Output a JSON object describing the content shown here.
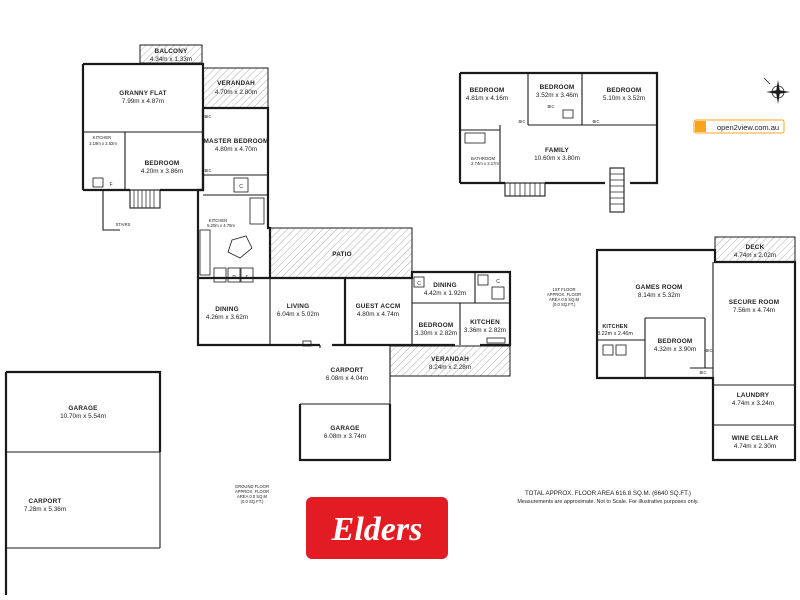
{
  "ground_floor": {
    "balcony": {
      "name": "BALCONY",
      "dims": "4.34m x 1.33m"
    },
    "granny_flat": {
      "name": "GRANNY FLAT",
      "dims": "7.99m x 4.87m"
    },
    "verandah_top": {
      "name": "VERANDAH",
      "dims": "4.70m x 2.80m"
    },
    "kitchen_gf": {
      "name": "KITCHEN",
      "dims": "3.19m x 2.52m"
    },
    "bedroom_gf": {
      "name": "BEDROOM",
      "dims": "4.20m x 3.86m"
    },
    "master_bedroom": {
      "name": "MASTER BEDROOM",
      "dims": "4.80m x 4.70m"
    },
    "kitchen_main": {
      "name": "KITCHEN",
      "dims": "5.20m x 4.70m"
    },
    "patio": {
      "name": "PATIO"
    },
    "dining_main": {
      "name": "DINING",
      "dims": "4.26m x 3.62m"
    },
    "living": {
      "name": "LIVING",
      "dims": "6.04m x 5.02m"
    },
    "guest_accm": {
      "name": "GUEST ACCM",
      "dims": "4.80m x 4.74m"
    },
    "dining_guest": {
      "name": "DINING",
      "dims": "4.42m x 1.92m"
    },
    "bedroom_guest": {
      "name": "BEDROOM",
      "dims": "3.30m x 2.82m"
    },
    "kitchen_guest": {
      "name": "KITCHEN",
      "dims": "3.36m x 2.82m"
    },
    "verandah_bottom": {
      "name": "VERANDAH",
      "dims": "8.24m x 2.28m"
    },
    "carport_small": {
      "name": "CARPORT",
      "dims": "6.08m x 4.04m"
    },
    "garage_small": {
      "name": "GARAGE",
      "dims": "6.08m x 3.74m"
    },
    "garage_large": {
      "name": "GARAGE",
      "dims": "10.70m x 5.54m"
    },
    "carport_large": {
      "name": "CARPORT",
      "dims": "7.28m x 5.36m"
    },
    "labels": {
      "bic": "BIC",
      "c": "C",
      "p": "P",
      "f": "F",
      "stairs": "STAIRS"
    }
  },
  "first_floor": {
    "bedroom1": {
      "name": "BEDROOM",
      "dims": "4.81m x 4.16m"
    },
    "bedroom2": {
      "name": "BEDROOM",
      "dims": "3.52m x 3.46m"
    },
    "bedroom3": {
      "name": "BEDROOM",
      "dims": "5.10m x 3.52m"
    },
    "family": {
      "name": "FAMILY",
      "dims": "10.60m x 3.80m"
    },
    "bathroom": {
      "name": "BATHROOM",
      "dims": "2.74m x 2.17m"
    },
    "bic": "BIC"
  },
  "lower_floor": {
    "deck": {
      "name": "DECK",
      "dims": "4.74m x 2.02m"
    },
    "games_room": {
      "name": "GAMES ROOM",
      "dims": "8.14m x 5.32m"
    },
    "secure_room": {
      "name": "SECURE ROOM",
      "dims": "7.56m x 4.74m"
    },
    "kitchen": {
      "name": "KITCHEN",
      "dims": "3.22m x 2.46m"
    },
    "bedroom": {
      "name": "BEDROOM",
      "dims": "4.32m x 3.90m"
    },
    "laundry": {
      "name": "LAUNDRY",
      "dims": "4.74m x 3.24m"
    },
    "wine_cellar": {
      "name": "WINE CELLAR",
      "dims": "4.74m x 2.30m"
    },
    "bic": "BIC"
  },
  "area_notes": {
    "ground": [
      "GROUND FLOOR",
      "APPROX. FLOOR",
      "AREA 0.0 SQ.M",
      "(0.0 SQ.FT.)"
    ],
    "first": [
      "1ST FLOOR",
      "APPROX. FLOOR",
      "AREA 0.0 SQ.M",
      "(0.0 SQ.FT.)"
    ]
  },
  "total_area": "TOTAL APPROX. FLOOR AREA 616.8 SQ.M. (6640 SQ.FT.)",
  "disclaimer": "Measurements are approximate. Not to Scale. For illustrative purposes only.",
  "badge": {
    "text": "open2view.com.au"
  },
  "logo": {
    "text": "Elders",
    "color": "#e31b23"
  },
  "colors": {
    "wall": "#1a1a1a",
    "hatch": "#9a9a9a",
    "logo_red": "#e31b23",
    "badge_orange": "#f7a51c"
  }
}
